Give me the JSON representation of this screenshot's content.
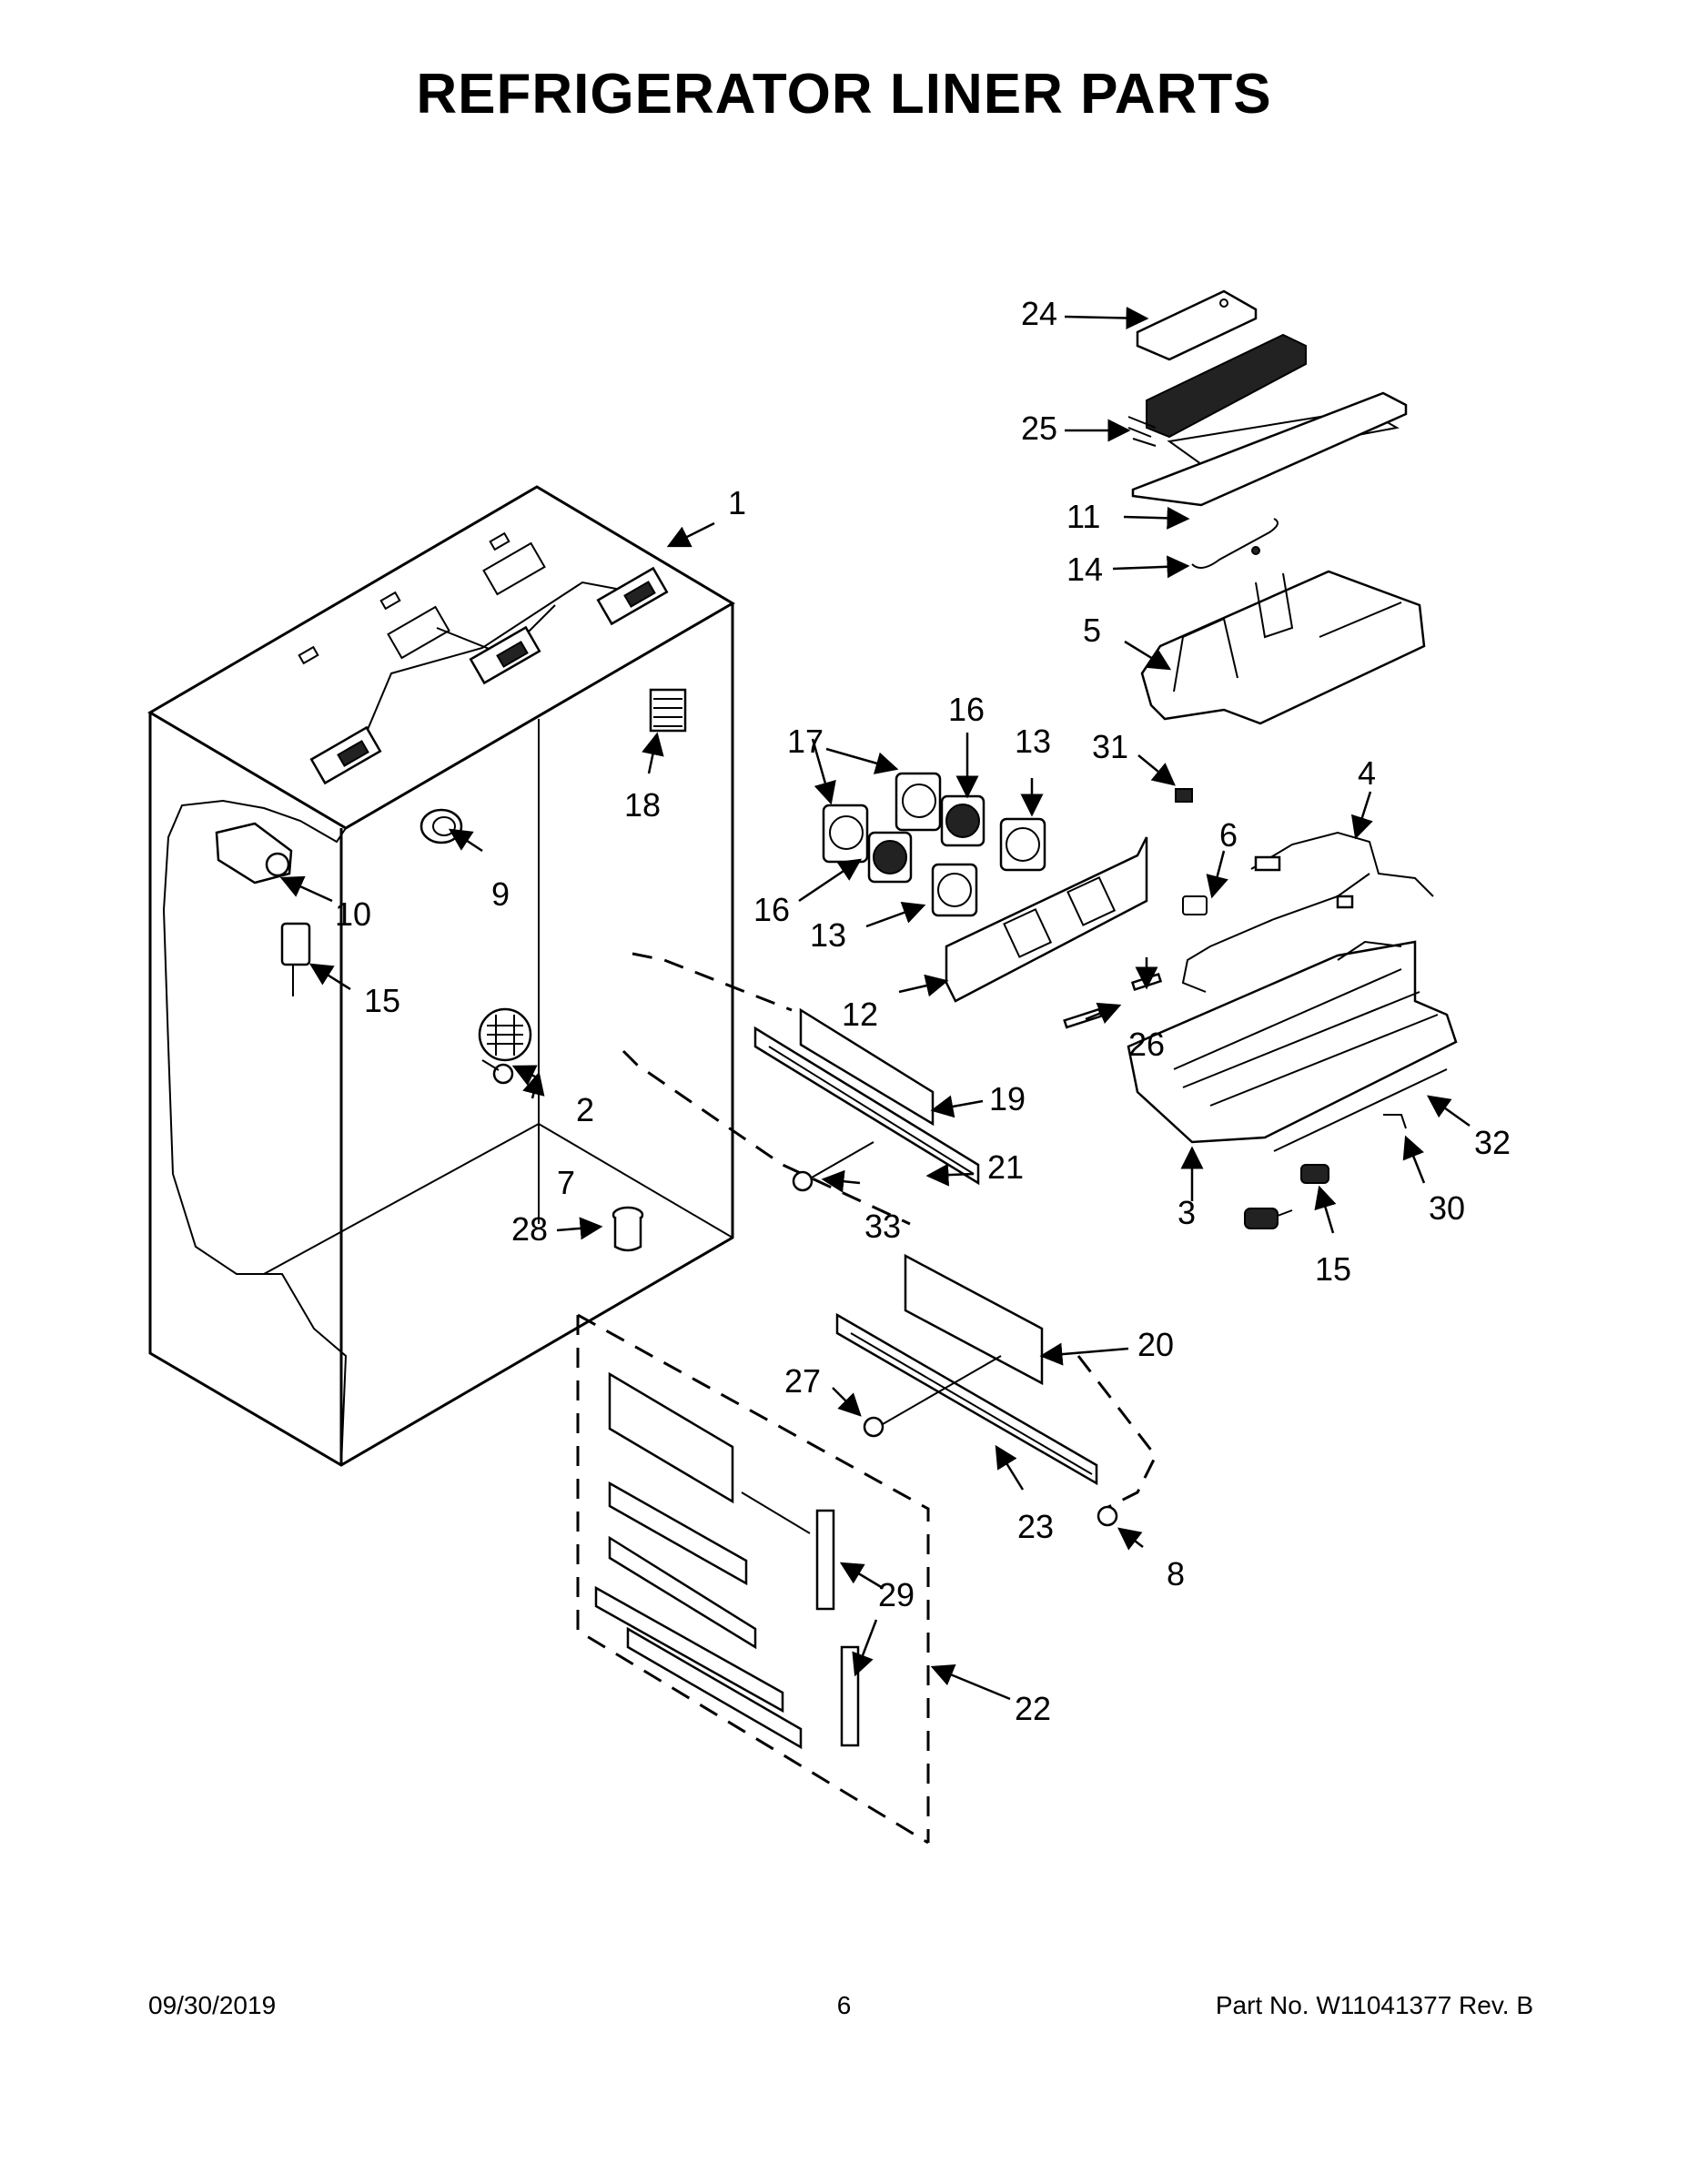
{
  "title": "REFRIGERATOR LINER PARTS",
  "footer": {
    "date": "09/30/2019",
    "page": "6",
    "part_no": "Part No.  W11041377  Rev.  B"
  },
  "callouts": {
    "c1": "1",
    "c2": "2",
    "c3": "3",
    "c4": "4",
    "c5": "5",
    "c6": "6",
    "c7": "7",
    "c8": "8",
    "c9": "9",
    "c10": "10",
    "c11": "11",
    "c12": "12",
    "c13a": "13",
    "c13b": "13",
    "c14": "14",
    "c15a": "15",
    "c15b": "15",
    "c16a": "16",
    "c16b": "16",
    "c17": "17",
    "c18": "18",
    "c19": "19",
    "c20": "20",
    "c21": "21",
    "c22": "22",
    "c23": "23",
    "c24": "24",
    "c25": "25",
    "c26": "26",
    "c27": "27",
    "c28": "28",
    "c29": "29",
    "c30": "30",
    "c31": "31",
    "c32": "32",
    "c33": "33"
  }
}
